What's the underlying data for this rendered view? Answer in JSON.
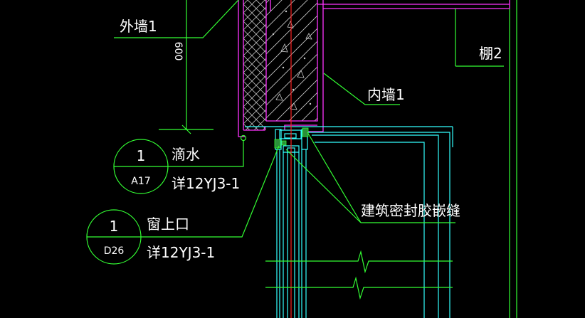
{
  "drawing": {
    "background": "#000000",
    "colors": {
      "wall": "#ff33ff",
      "annotation": "#33ff33",
      "frame": "#33ffff",
      "axis": "#ff2222",
      "hatch": "#cccccc",
      "text": "#ffffff"
    },
    "labels": {
      "outer_wall": "外墙1",
      "inner_wall": "内墙1",
      "ceiling": "棚2",
      "dimension": "600",
      "sealant": "建筑密封胶嵌缝"
    },
    "callouts": [
      {
        "name": "滴水",
        "number": "1",
        "sheet": "A17",
        "reference": "详12YJ3-1"
      },
      {
        "name": "窗上口",
        "number": "1",
        "sheet": "D26",
        "reference": "详12YJ3-1"
      }
    ]
  }
}
